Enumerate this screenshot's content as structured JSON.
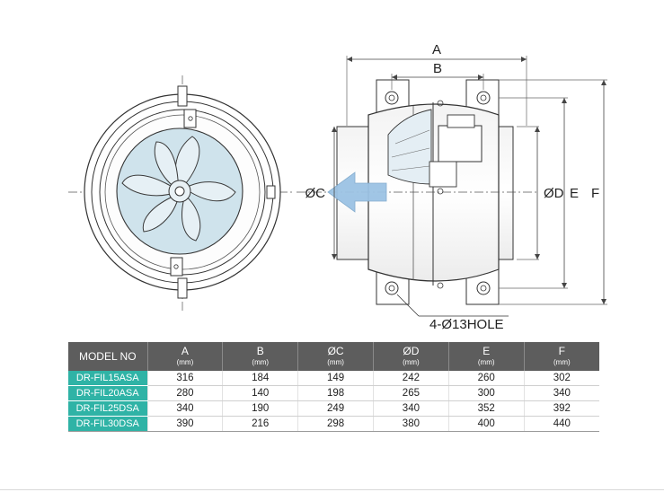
{
  "dimensions": {
    "a": "A",
    "b": "B",
    "oc": "ØC",
    "od": "ØD",
    "e": "E",
    "f": "F",
    "hole_note": "4-Ø13HOLE"
  },
  "colors": {
    "impeller_fill": "#cfe3ec",
    "arrow_fill": "#9cc3e4",
    "table_header": "#5d5d5d",
    "model_cell": "#2fb3a6"
  },
  "table": {
    "model_header": "MODEL NO",
    "columns": [
      {
        "label": "A",
        "unit": "(mm)"
      },
      {
        "label": "B",
        "unit": "(mm)"
      },
      {
        "label": "ØC",
        "unit": "(mm)"
      },
      {
        "label": "ØD",
        "unit": "(mm)"
      },
      {
        "label": "E",
        "unit": "(mm)"
      },
      {
        "label": "F",
        "unit": "(mm)"
      }
    ],
    "rows": [
      {
        "model": "DR-FIL15ASA",
        "values": [
          "316",
          "184",
          "149",
          "242",
          "260",
          "302"
        ]
      },
      {
        "model": "DR-FIL20ASA",
        "values": [
          "280",
          "140",
          "198",
          "265",
          "300",
          "340"
        ]
      },
      {
        "model": "DR-FIL25DSA",
        "values": [
          "340",
          "190",
          "249",
          "340",
          "352",
          "392"
        ]
      },
      {
        "model": "DR-FIL30DSA",
        "values": [
          "390",
          "216",
          "298",
          "380",
          "400",
          "440"
        ]
      }
    ]
  }
}
